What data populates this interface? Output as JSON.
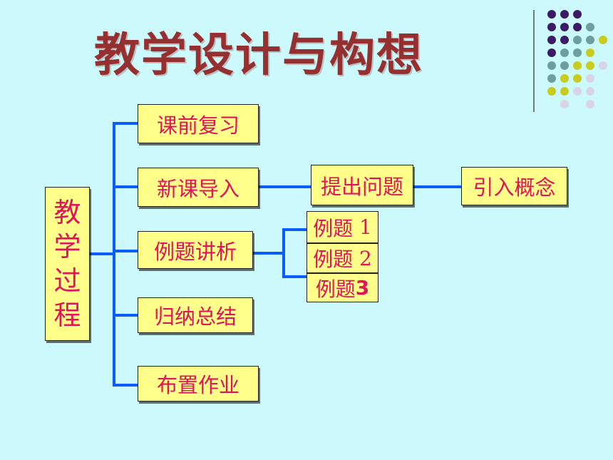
{
  "title": "教学设计与构想",
  "root": {
    "chars": [
      "教",
      "学",
      "过",
      "程"
    ]
  },
  "steps": {
    "review": "课前复习",
    "intro": "新课导入",
    "examples": "例题讲析",
    "summary": "归纳总结",
    "homework": "布置作业"
  },
  "intro_chain": {
    "question": "提出问题",
    "concept": "引入概念"
  },
  "examples": [
    {
      "label": "例题",
      "num": "1"
    },
    {
      "label": "例题",
      "num": "2"
    },
    {
      "label": "例题",
      "num": "3"
    }
  ],
  "colors": {
    "background": "#ccf9fb",
    "title": "#963030",
    "box_fill": "#ffff8a",
    "box_text": "#e0145a",
    "connector": "#0a5cff",
    "dot_purple": "#3d1a66",
    "dot_teal": "#6f9e9e",
    "dot_olive": "#c8cc1e",
    "dot_lavender": "#d9d4e8"
  }
}
